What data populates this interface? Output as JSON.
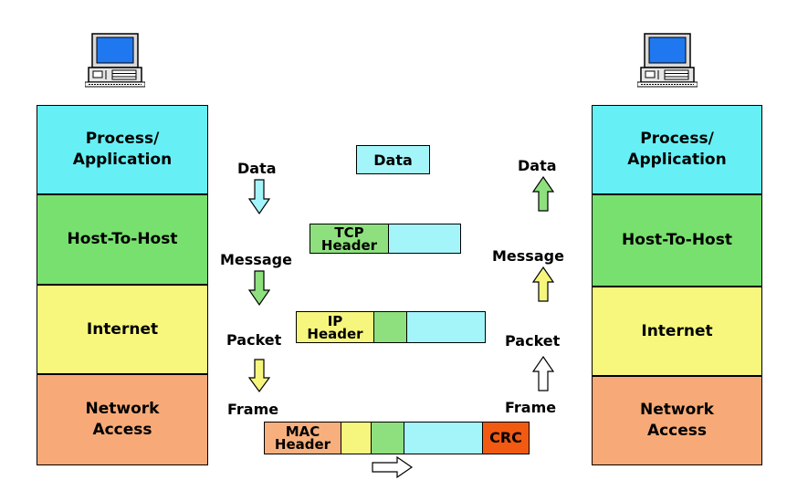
{
  "colors": {
    "process_application": "#66f0f5",
    "host_to_host": "#78e06e",
    "internet": "#f7f77e",
    "network_access": "#f7aa77",
    "data": "#a4f5f9",
    "tcp_header": "#8ee07e",
    "ip_header": "#f6f67e",
    "mac_header": "#f7b07d",
    "crc": "#f25a12",
    "monitor_screen": "#1f78f0"
  },
  "left_stack": {
    "process_application": "Process/\nApplication",
    "host_to_host": "Host-To-Host",
    "internet": "Internet",
    "network_access": "Network\nAccess"
  },
  "right_stack": {
    "process_application": "Process/\nApplication",
    "host_to_host": "Host-To-Host",
    "internet": "Internet",
    "network_access": "Network\nAccess"
  },
  "left_labels": {
    "data": "Data",
    "message": "Message",
    "packet": "Packet",
    "frame": "Frame"
  },
  "right_labels": {
    "data": "Data",
    "message": "Message",
    "packet": "Packet",
    "frame": "Frame"
  },
  "center": {
    "data_box": "Data",
    "tcp_header": "TCP\nHeader",
    "ip_header": "IP\nHeader",
    "mac_header": "MAC\nHeader",
    "crc": "CRC"
  },
  "icons": {
    "left_computer": "computer-icon",
    "right_computer": "computer-icon",
    "down_arrows": "down-arrow-icon",
    "up_arrows": "up-arrow-icon",
    "right_arrow": "right-arrow-icon"
  }
}
